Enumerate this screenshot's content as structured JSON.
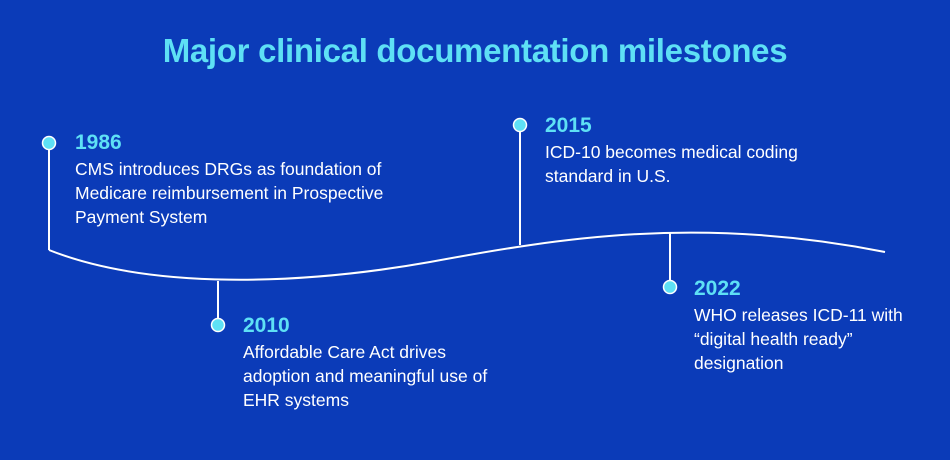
{
  "title": "Major clinical documentation milestones",
  "colors": {
    "background": "#0b3bb8",
    "accent": "#5ee0f5",
    "line": "#ffffff",
    "text": "#ffffff"
  },
  "milestones": [
    {
      "year": "1986",
      "text": "CMS introduces DRGs as foundation of Medicare reimbursement in Prospective Payment System"
    },
    {
      "year": "2010",
      "text": "Affordable Care Act drives adoption and meaningful use of EHR systems"
    },
    {
      "year": "2015",
      "text": "ICD-10 becomes medical coding standard in U.S."
    },
    {
      "year": "2022",
      "text": "WHO releases ICD-11 with “digital health ready” designation"
    }
  ]
}
